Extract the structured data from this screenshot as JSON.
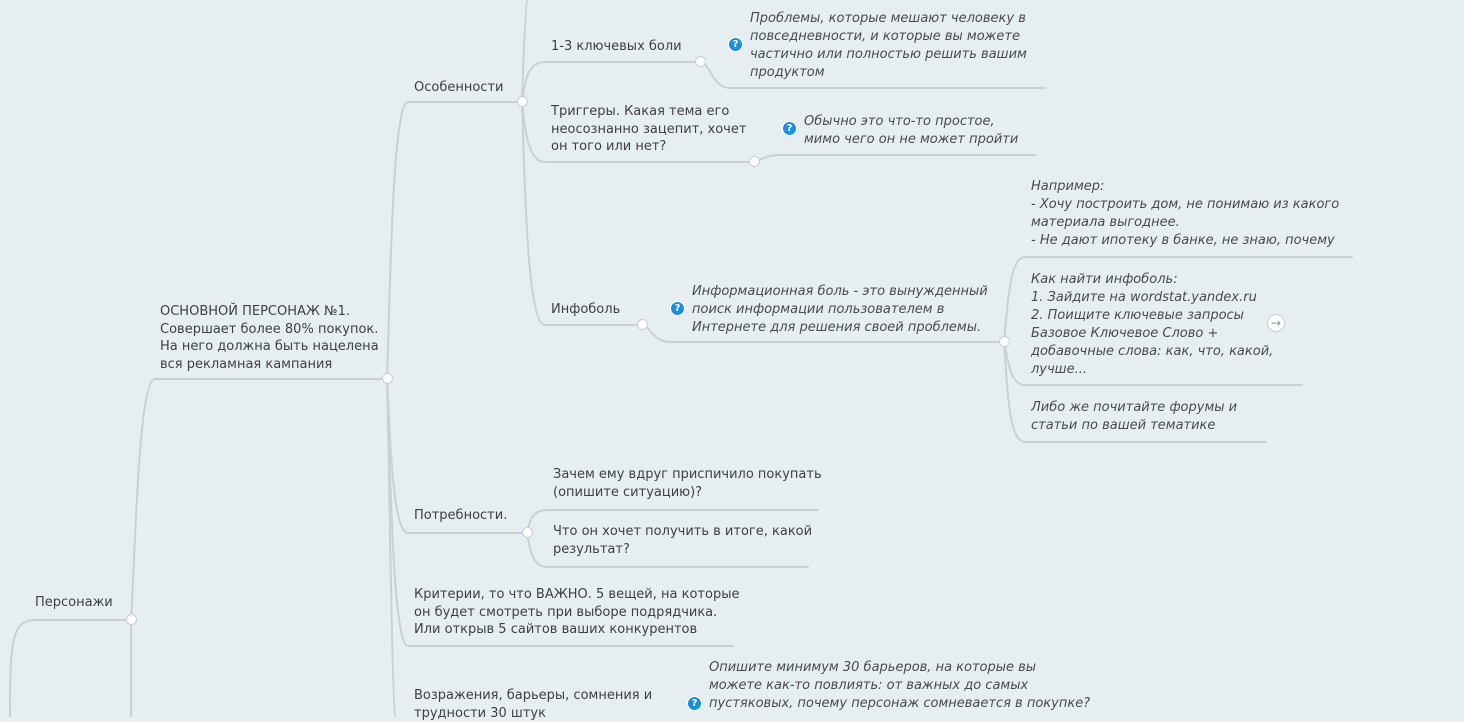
{
  "nodes": {
    "personazhi": "Персонажи",
    "main_persona": "ОСНОВНОЙ ПЕРСОНАЖ №1.\nСовершает более 80% покупок.\nНа него должна быть нацелена\nвся рекламная кампания",
    "osobennosti": "Особенности",
    "boli": "1-3 ключевых боли",
    "triggery": "Триггеры. Какая тема его\nнеосознанно зацепит, хочет\nон того или нет?",
    "infobol": "Инфоболь",
    "potrebnosti": "Потребности.",
    "zachem": "Зачем ему вдруг приспичило покупать\n(опишите ситуацию)?",
    "chto_hochet": "Что он хочет получить в итоге, какой\nрезультат?",
    "kriterii": "Критерии, то что ВАЖНО. 5 вещей, на которые\nон будет смотреть при выборе подрядчика.\nИли открыв 5 сайтов ваших конкурентов",
    "vozrazheniya": "Возражения, барьеры, сомнения и\nтрудности 30 штук"
  },
  "notes": {
    "boli": "Проблемы, которые мешают человеку в\nповседневности, и которые вы можете\nчастично или полностью решить вашим\nпродуктом",
    "triggery": "Обычно это что-то простое,\nмимо чего он не может пройти",
    "infobol": "Информационная боль - это вынужденный\nпоиск информации пользователем в\nИнтернете для решения своей проблемы.",
    "primer": "Например:\n- Хочу построить дом, не понимаю из какого\nматериала выгоднее.\n- Не дают ипотеку в банке, не знаю, почему",
    "kak_najti": "Как найти инфоболь:\n1. Зайдите на wordstat.yandex.ru\n2. Поищите ключевые запросы\nБазовое Ключевое Слово +\nдобавочные слова: как, что, какой,\nлучше...",
    "libo": "Либо же почитайте форумы и\nстатьи по вашей тематике",
    "vozrazheniya": "Опишите минимум 30 барьеров, на которые вы\nможете как-то повлиять: от важных до самых\nпустяковых, почему персонаж сомневается в покупке?"
  },
  "icons": {
    "question": "?",
    "expand_arrow": "→"
  },
  "colors": {
    "background": "#e7eef2",
    "line": "#c9d1d6",
    "icon": "#1d8fd8"
  }
}
